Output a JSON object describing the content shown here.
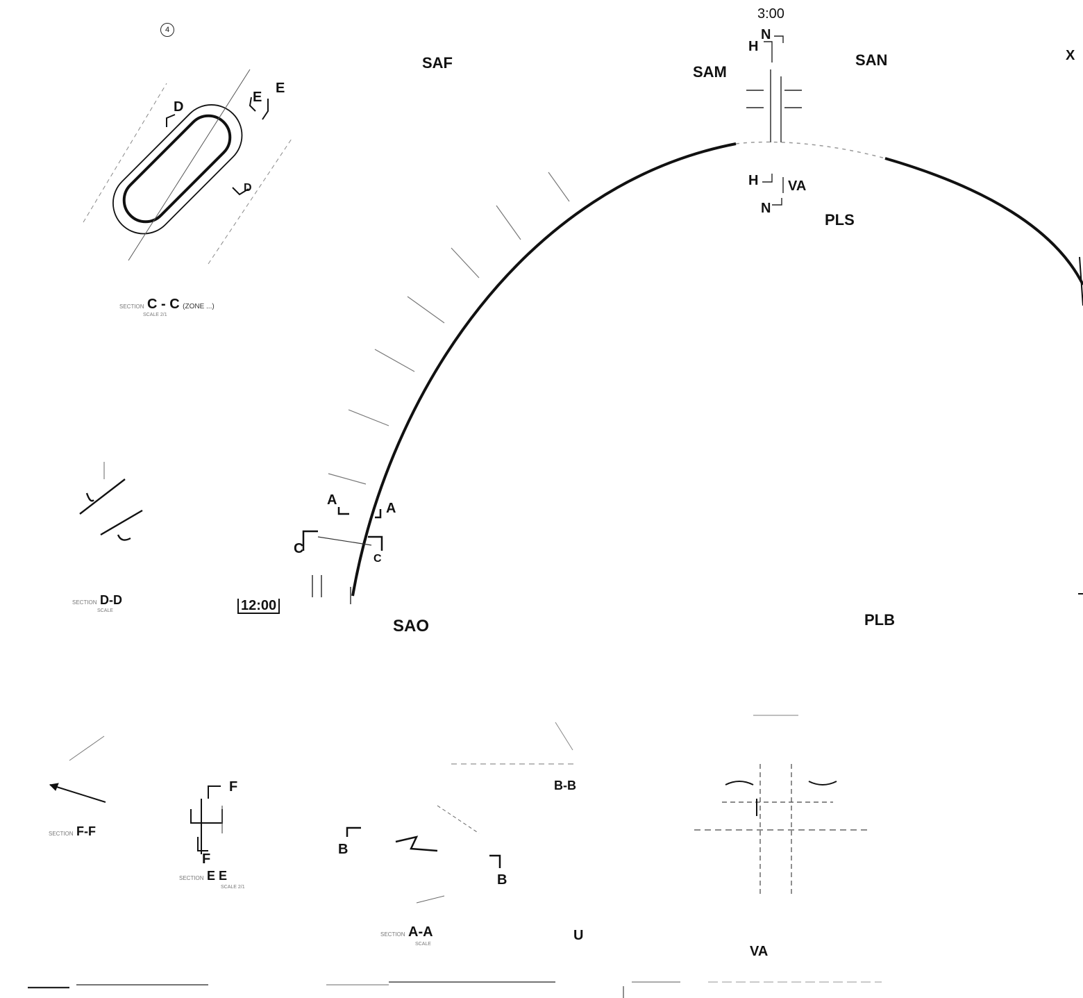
{
  "sheet": {
    "sheet_number": "4",
    "clock_positions": {
      "top": "3:00",
      "left": "12:00"
    }
  },
  "rib_labels": {
    "saf": "SAF",
    "sam": "SAM",
    "san": "SAN",
    "sao": "SAO",
    "pls": "PLS",
    "plb": "PLB",
    "u": "U",
    "x": "X"
  },
  "section_cuts": {
    "h_top": "H",
    "n_top": "N",
    "h_bottom": "H",
    "n_bottom": "N",
    "va_cut": "VA",
    "a_left": "A",
    "a_right": "A",
    "c_left": "C",
    "c_right": "C",
    "d_left": "D",
    "d_right": "D",
    "e_left": "E",
    "e_right": "E",
    "f_top": "F",
    "f_bottom": "F",
    "b_left": "B",
    "b_right": "B"
  },
  "section_titles": {
    "cc": {
      "prefix": "SECTION",
      "letters": "C - C",
      "suffix": "(ZONE ...)",
      "scale": "SCALE 2/1"
    },
    "dd": {
      "prefix": "SECTION",
      "letters": "D-D",
      "suffix": "",
      "scale": "SCALE"
    },
    "ff": {
      "prefix": "SECTION",
      "letters": "F-F",
      "suffix": "",
      "scale": ""
    },
    "ee": {
      "prefix": "SECTION",
      "letters": "E E",
      "suffix": "",
      "scale": "SCALE 2/1"
    },
    "bb": {
      "prefix": "",
      "letters": "B-B",
      "suffix": "",
      "scale": ""
    },
    "aa": {
      "prefix": "SECTION",
      "letters": "A-A",
      "suffix": "",
      "scale": "SCALE"
    },
    "va": {
      "prefix": "",
      "letters": "VA",
      "suffix": "",
      "scale": ""
    }
  },
  "small_notes": {
    "cc_left": "",
    "dd_mid": "",
    "opposite": "",
    "thread": "",
    "bottom_block": ""
  },
  "icons": [
    "section-cut-arrow",
    "sheet-number-circle"
  ]
}
